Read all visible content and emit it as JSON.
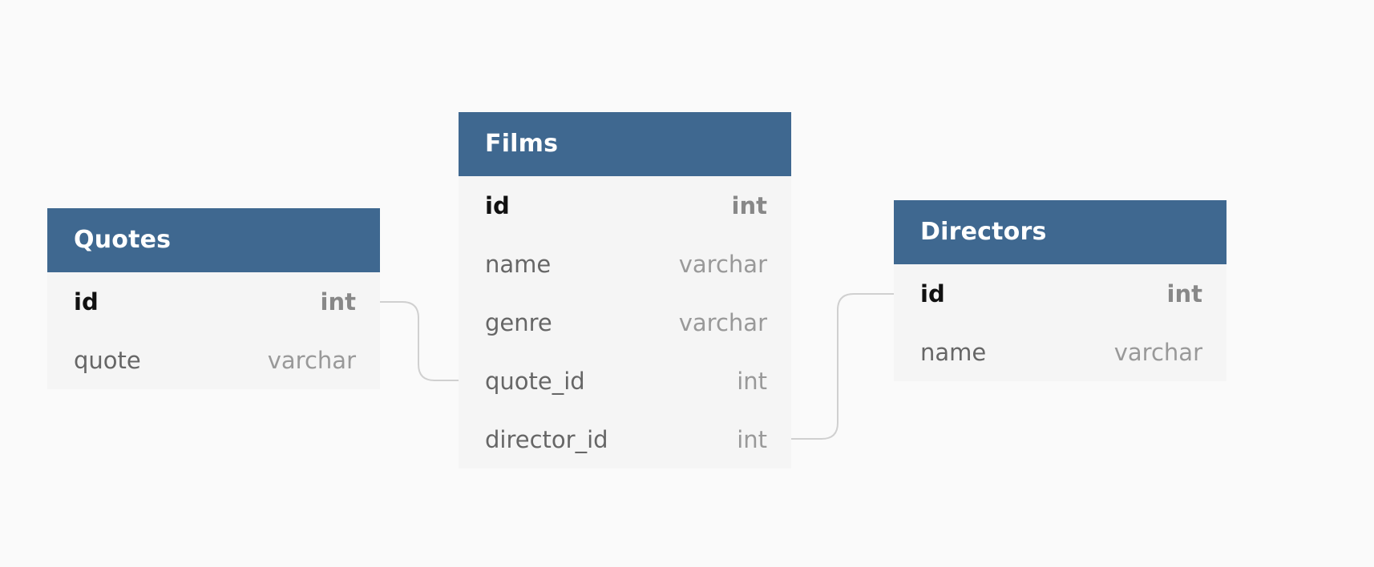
{
  "diagram": {
    "tables": [
      {
        "name": "Quotes",
        "columns": [
          {
            "name": "id",
            "type": "int",
            "primary": true
          },
          {
            "name": "quote",
            "type": "varchar",
            "primary": false
          }
        ]
      },
      {
        "name": "Films",
        "columns": [
          {
            "name": "id",
            "type": "int",
            "primary": true
          },
          {
            "name": "name",
            "type": "varchar",
            "primary": false
          },
          {
            "name": "genre",
            "type": "varchar",
            "primary": false
          },
          {
            "name": "quote_id",
            "type": "int",
            "primary": false
          },
          {
            "name": "director_id",
            "type": "int",
            "primary": false
          }
        ]
      },
      {
        "name": "Directors",
        "columns": [
          {
            "name": "id",
            "type": "int",
            "primary": true
          },
          {
            "name": "name",
            "type": "varchar",
            "primary": false
          }
        ]
      }
    ],
    "relations": [
      {
        "from": "Films.quote_id",
        "to": "Quotes.id"
      },
      {
        "from": "Films.director_id",
        "to": "Directors.id"
      }
    ]
  },
  "colors": {
    "header": "#3f6890",
    "body": "#f5f5f5",
    "background": "#fafafa",
    "connector": "#d0d0d0"
  }
}
